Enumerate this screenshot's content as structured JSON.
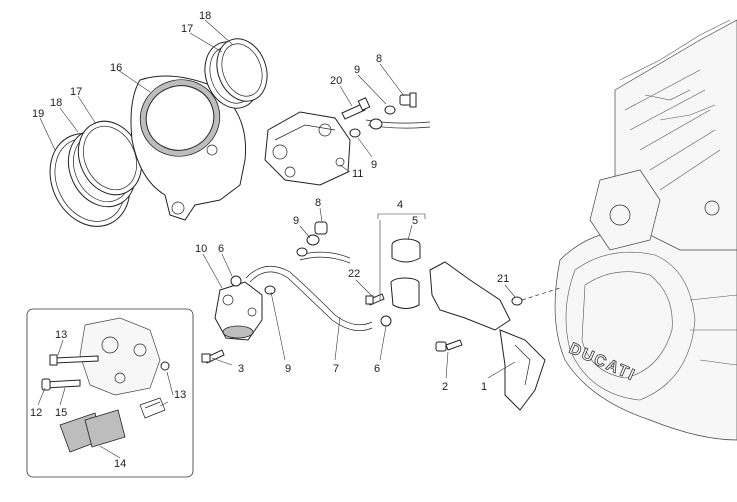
{
  "diagram": {
    "brand_mark": "DUCATI",
    "callouts": {
      "n1": "1",
      "n2": "2",
      "n3": "3",
      "n4": "4",
      "n5": "5",
      "n6a": "6",
      "n6b": "6",
      "n7": "7",
      "n8a": "8",
      "n8b": "8",
      "n9a": "9",
      "n9b": "9",
      "n9c": "9",
      "n9d": "9",
      "n10": "10",
      "n11": "11",
      "n12": "12",
      "n13a": "13",
      "n13b": "13",
      "n14": "14",
      "n15": "15",
      "n16": "16",
      "n17a": "17",
      "n17b": "17",
      "n18a": "18",
      "n18b": "18",
      "n19": "19",
      "n20": "20",
      "n21": "21",
      "n22": "22"
    }
  }
}
